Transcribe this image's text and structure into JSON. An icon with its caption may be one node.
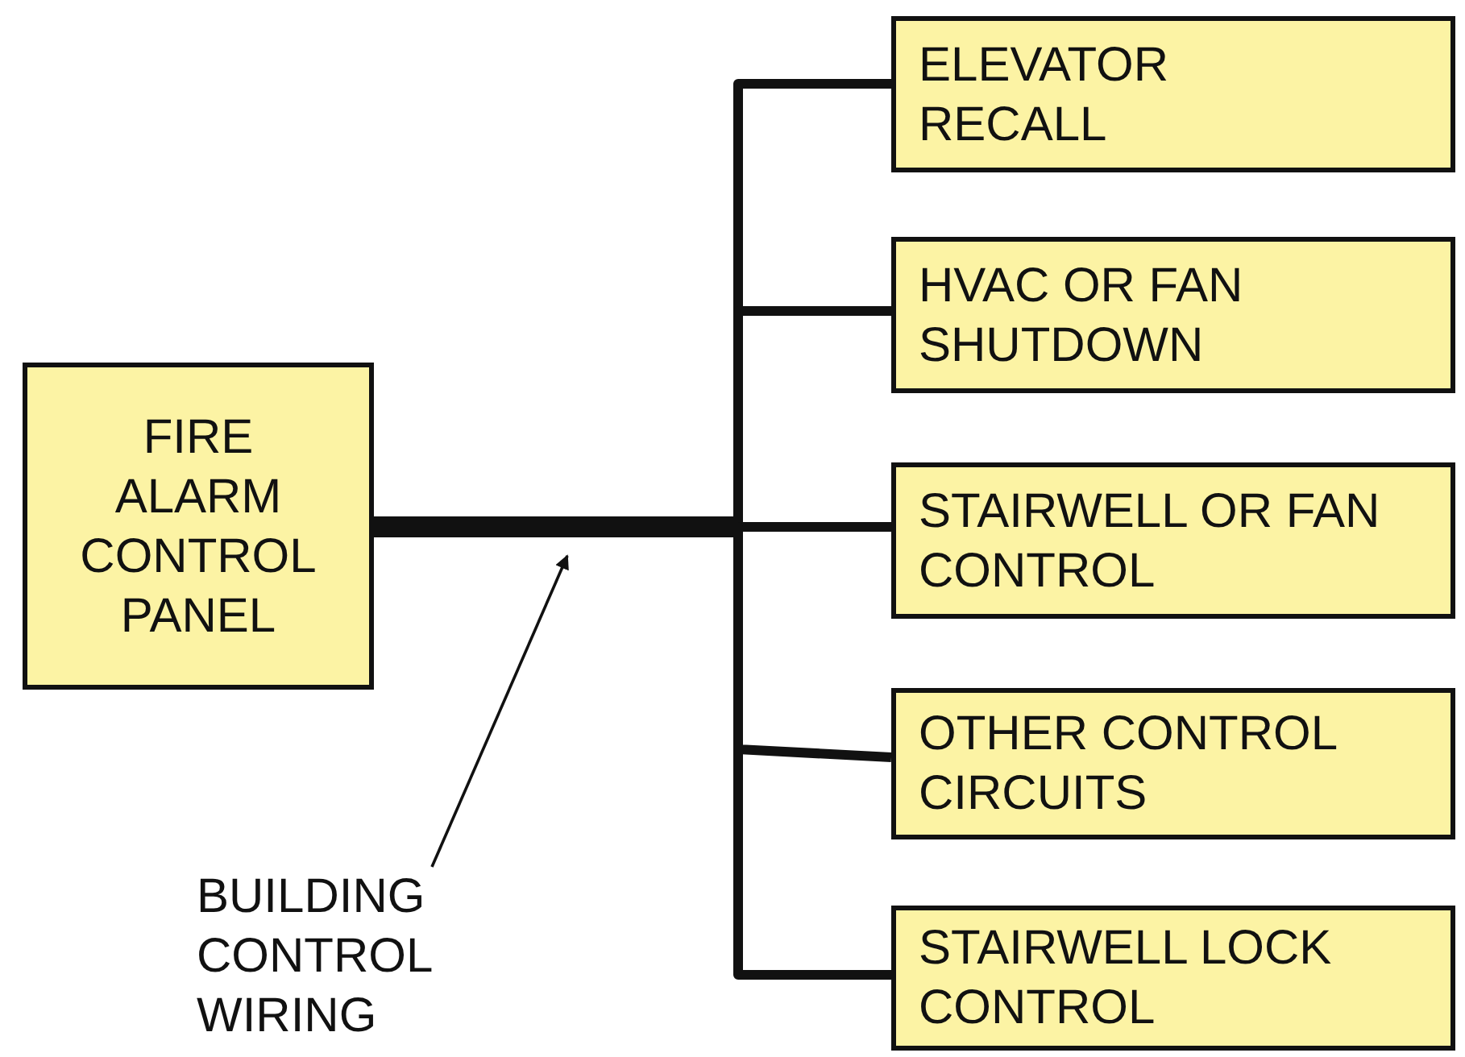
{
  "diagram": {
    "nodes": [
      {
        "text": [
          "FIRE ALARM CONTROL PANEL"
        ]
      },
      {
        "text": [
          "ELEVATOR RECALL"
        ]
      },
      {
        "text": [
          "HVAC OR FAN SHUTDOWN"
        ]
      },
      {
        "text": [
          "STAIRWELL OR FAN CONTROL"
        ]
      },
      {
        "text": [
          "OTHER CONTROL CIRCUITS"
        ]
      },
      {
        "text": [
          "STAIRWELL LOCK CONTROL"
        ]
      },
      {
        "text": [
          "BUILDING CONTROL WIRING"
        ]
      }
    ],
    "edges": [
      {
        "from": 0,
        "to": 1,
        "arrow": "none"
      },
      {
        "from": 0,
        "to": 2,
        "arrow": "none"
      },
      {
        "from": 0,
        "to": 3,
        "arrow": "none"
      },
      {
        "from": 0,
        "to": 4,
        "arrow": "none"
      },
      {
        "from": 0,
        "to": 5,
        "arrow": "none"
      },
      {
        "from": 6,
        "to": null,
        "arrow": "to"
      }
    ]
  }
}
